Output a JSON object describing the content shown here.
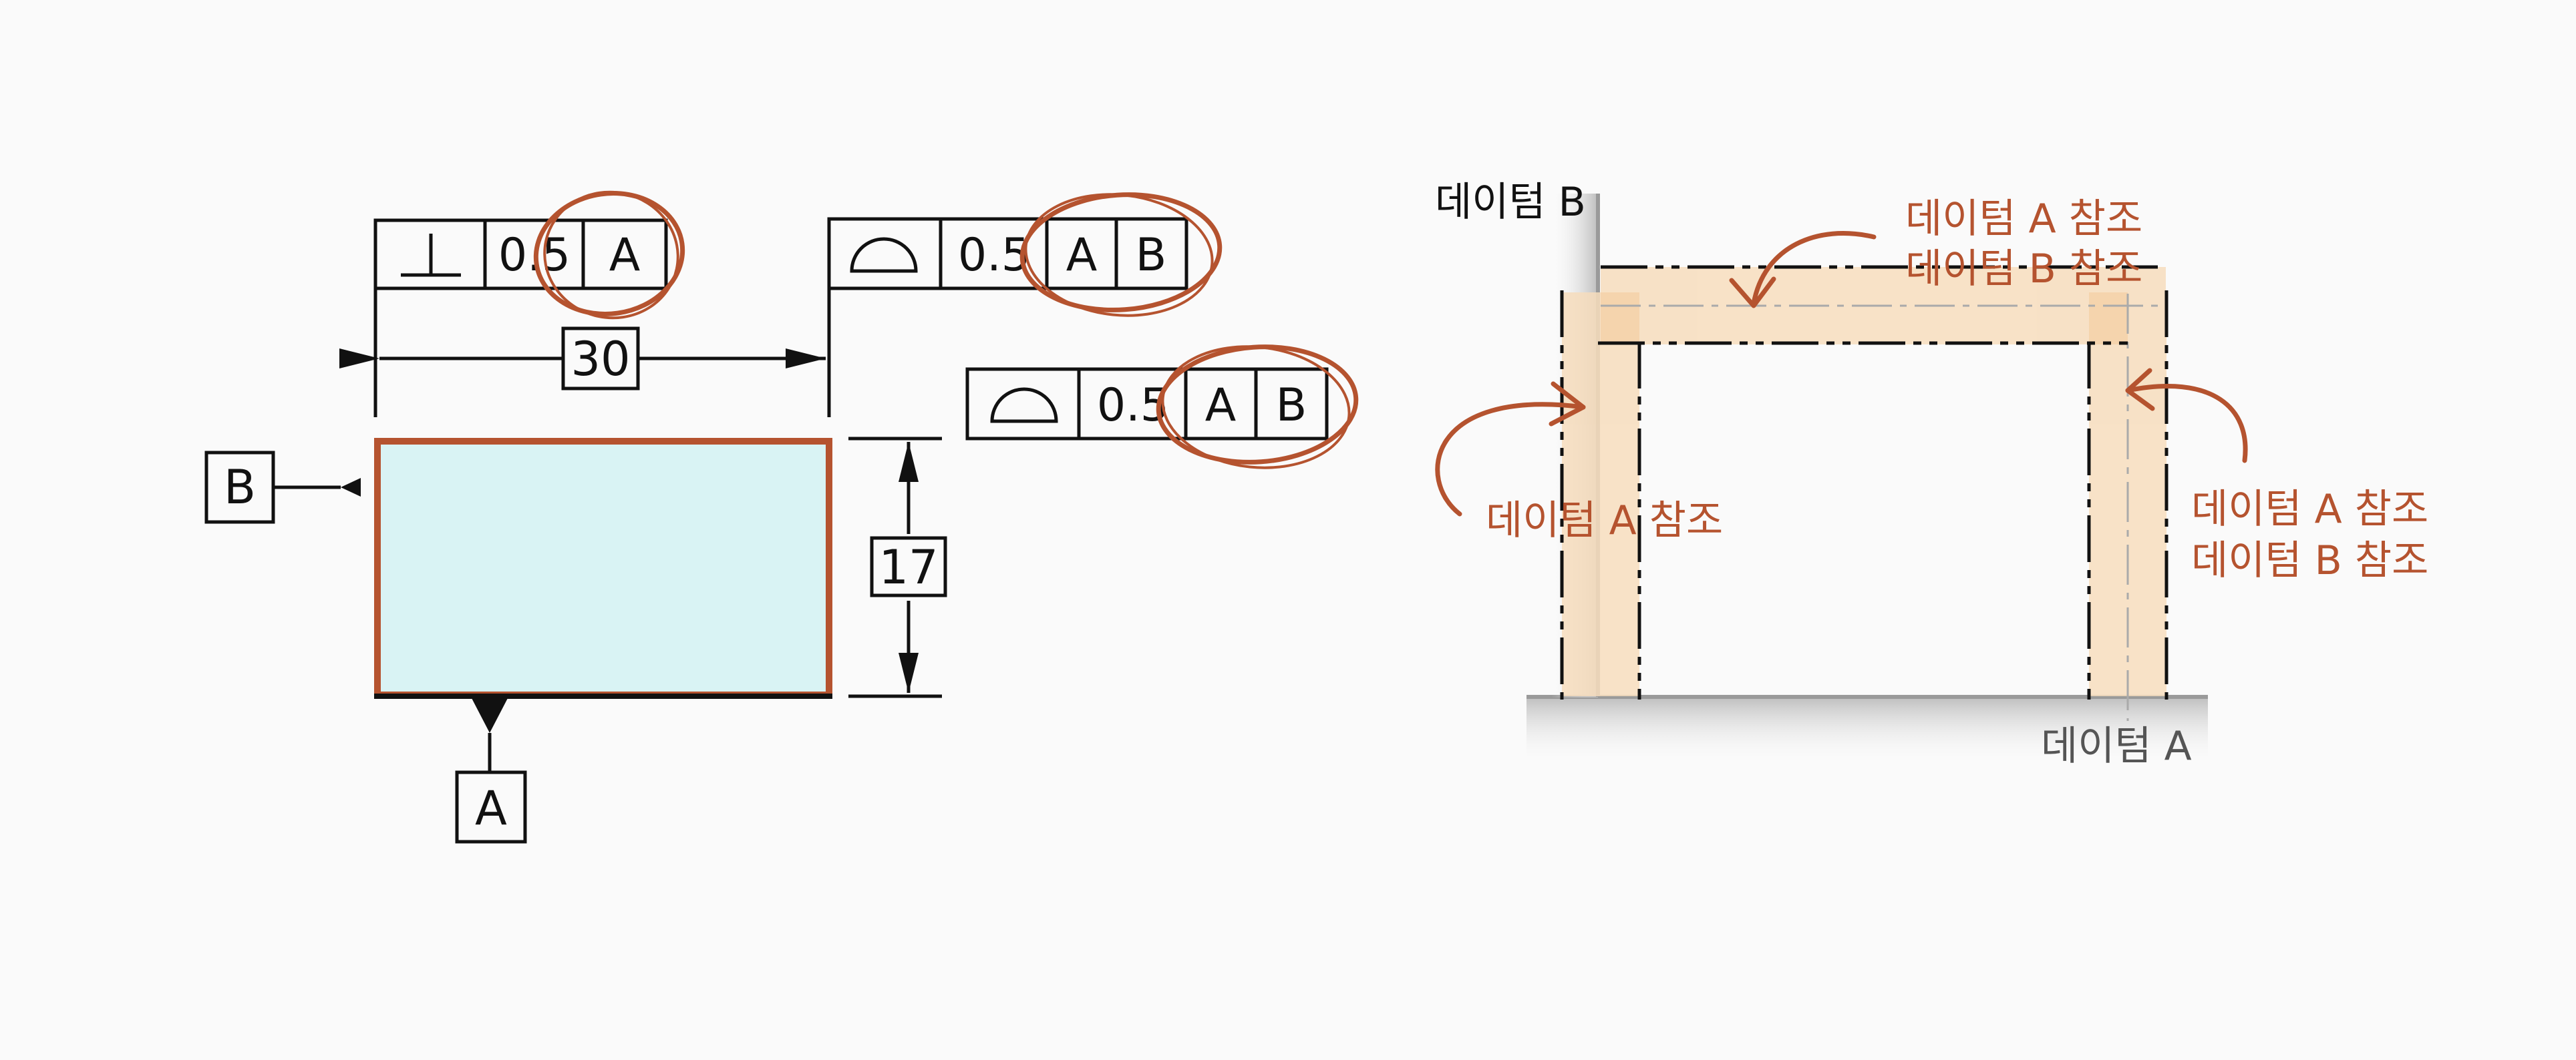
{
  "colors": {
    "accent": "#b5532f",
    "part_fill": "#d9f3f4",
    "zone_fill": "#f7ddbd",
    "line": "#111111"
  },
  "left_drawing": {
    "fcf_perpendicularity": {
      "symbol": "perpendicularity-icon",
      "tolerance": "0.5",
      "datums": [
        "A"
      ]
    },
    "fcf_profile_top": {
      "symbol": "profile-of-surface-icon",
      "tolerance": "0.5",
      "datums": [
        "A",
        "B"
      ]
    },
    "fcf_profile_right": {
      "symbol": "profile-of-surface-icon",
      "tolerance": "0.5",
      "datums": [
        "A",
        "B"
      ]
    },
    "dimension_width": "30",
    "dimension_height": "17",
    "datum_b_label": "B",
    "datum_a_label": "A"
  },
  "right_drawing": {
    "datum_b_title": "데이텀 B",
    "top_callout_line1": "데이텀 A 참조",
    "top_callout_line2": "데이텀 B 참조",
    "left_callout": "데이텀 A 참조",
    "right_callout_line1": "데이텀 A 참조",
    "right_callout_line2": "데이텀 B 참조",
    "datum_a_title": "데이텀 A"
  }
}
